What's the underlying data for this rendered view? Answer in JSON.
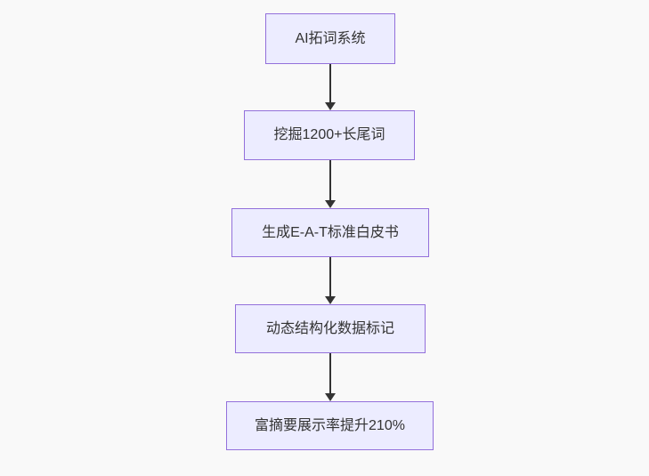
{
  "diagram": {
    "type": "flowchart",
    "direction": "top-down",
    "nodes": [
      {
        "id": "n1",
        "label": "AI拓词系统"
      },
      {
        "id": "n2",
        "label": "挖掘1200+长尾词"
      },
      {
        "id": "n3",
        "label": "生成E-A-T标准白皮书"
      },
      {
        "id": "n4",
        "label": "动态结构化数据标记"
      },
      {
        "id": "n5",
        "label": "富摘要展示率提升210%"
      }
    ],
    "edges": [
      {
        "from": "n1",
        "to": "n2"
      },
      {
        "from": "n2",
        "to": "n3"
      },
      {
        "from": "n3",
        "to": "n4"
      },
      {
        "from": "n4",
        "to": "n5"
      }
    ],
    "colors": {
      "node_fill": "#ECECFF",
      "node_border": "#9370DB",
      "text": "#333333",
      "arrow": "#333333",
      "background": "#f9f9f9"
    }
  }
}
